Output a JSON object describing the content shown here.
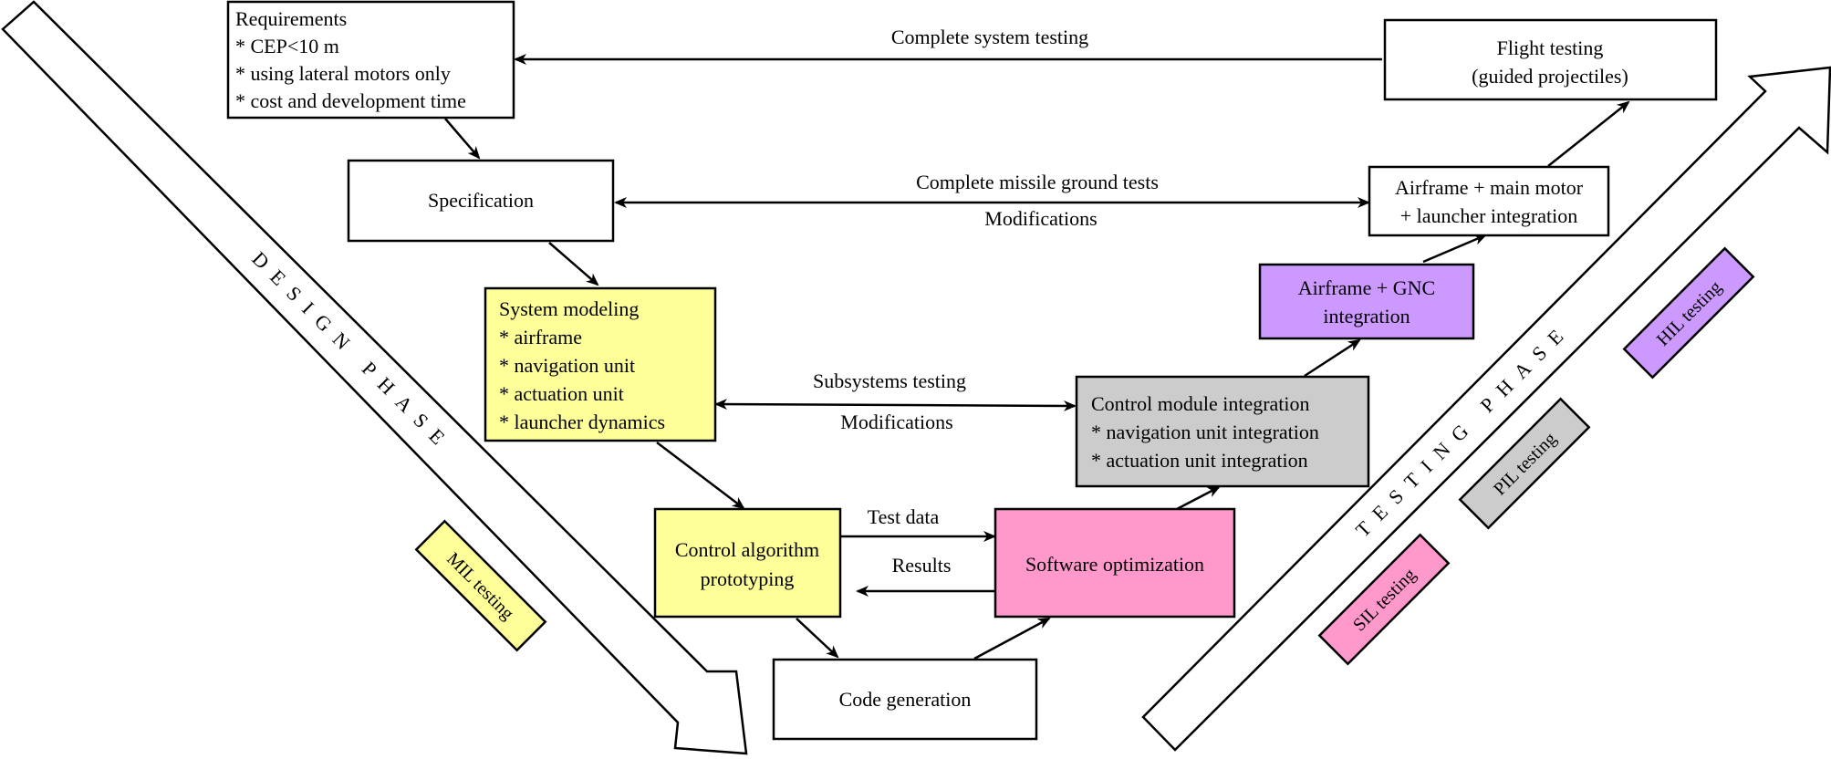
{
  "colors": {
    "yellow": "#ffff99",
    "purple": "#cc99ff",
    "gray": "#cccccc",
    "pink": "#ff99cc",
    "white": "#ffffff"
  },
  "boxes": {
    "requirements": [
      "Requirements",
      "* CEP<10 m",
      "* using lateral motors only",
      "* cost and development time"
    ],
    "specification": [
      "Specification"
    ],
    "system_modeling": [
      "System modeling",
      "* airframe",
      "* navigation unit",
      "* actuation unit",
      "* launcher dynamics"
    ],
    "control_algorithm": [
      "Control algorithm",
      "prototyping"
    ],
    "code_generation": [
      "Code generation"
    ],
    "software_optimization": [
      "Software optimization"
    ],
    "control_module": [
      "Control module integration",
      "* navigation unit integration",
      "* actuation unit integration"
    ],
    "airframe_gnc": [
      "Airframe + GNC",
      "integration"
    ],
    "airframe_main": [
      "Airframe + main motor",
      "+ launcher integration"
    ],
    "flight_testing": [
      "Flight testing",
      "(guided projectiles)"
    ]
  },
  "links": {
    "complete_system": "Complete system testing",
    "ground_tests": "Complete missile ground tests",
    "modifications_top": "Modifications",
    "subsystems": "Subsystems testing",
    "modifications_mid": "Modifications",
    "test_data": "Test data",
    "results": "Results"
  },
  "phases": {
    "design": "DESIGN PHASE",
    "testing": "TESTING PHASE"
  },
  "tags": {
    "mil": "MIL testing",
    "sil": "SIL testing",
    "pil": "PIL testing",
    "hil": "HIL testing"
  }
}
